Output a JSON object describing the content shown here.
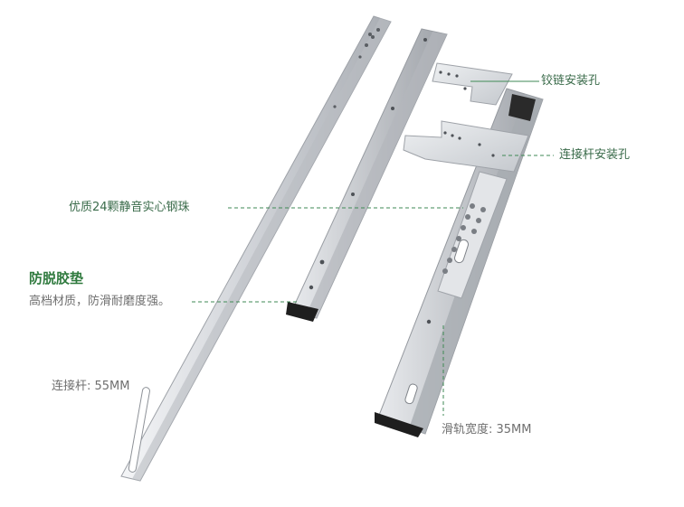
{
  "callouts": {
    "hinge_holes": "铰链安装孔",
    "rod_holes": "连接杆安装孔",
    "balls": "优质24颗静音实心钢珠",
    "pad_title": "防脱胶垫",
    "pad_desc": "高档材质，防滑耐磨度强。",
    "rod_width": "连接杆: 55MM",
    "rail_width": "滑轨宽度: 35MM"
  },
  "colors": {
    "accent": "#2f7a3e",
    "leader": "#3f8a55",
    "steel": "#c9ccd1",
    "pad": "#1e1e1e"
  }
}
